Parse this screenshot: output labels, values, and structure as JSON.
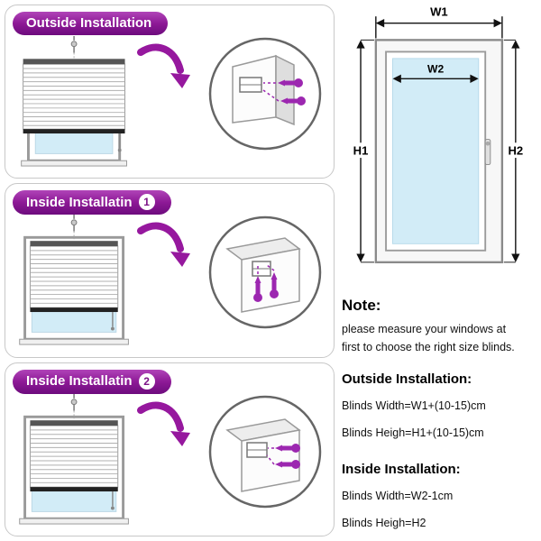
{
  "panels": [
    {
      "title": "Outside Installation",
      "badge": ""
    },
    {
      "title": "Inside Installatin",
      "badge": "1"
    },
    {
      "title": "Inside Installatin",
      "badge": "2"
    }
  ],
  "diagram": {
    "w1": "W1",
    "w2": "W2",
    "h1": "H1",
    "h2": "H2"
  },
  "note": {
    "title": "Note:",
    "body": "please measure your windows at first to choose the right size blinds."
  },
  "sections": {
    "outside": {
      "title": "Outside Installation:",
      "line1": "Blinds Width=W1+(10-15)cm",
      "line2": "Blinds Heigh=H1+(10-15)cm"
    },
    "inside": {
      "title": "Inside Installation:",
      "line1": "Blinds Width=W2-1cm",
      "line2": "Blinds Heigh=H2"
    }
  },
  "colors": {
    "accent_purple": "#9c27b0",
    "banner_dark": "#6d0c7d",
    "banner_light": "#b044b8",
    "glass_blue": "#d2ecf7"
  },
  "icons": {
    "arrow": "curved-arrow-icon",
    "screw": "screw-icon",
    "bracket": "bracket-icon"
  }
}
